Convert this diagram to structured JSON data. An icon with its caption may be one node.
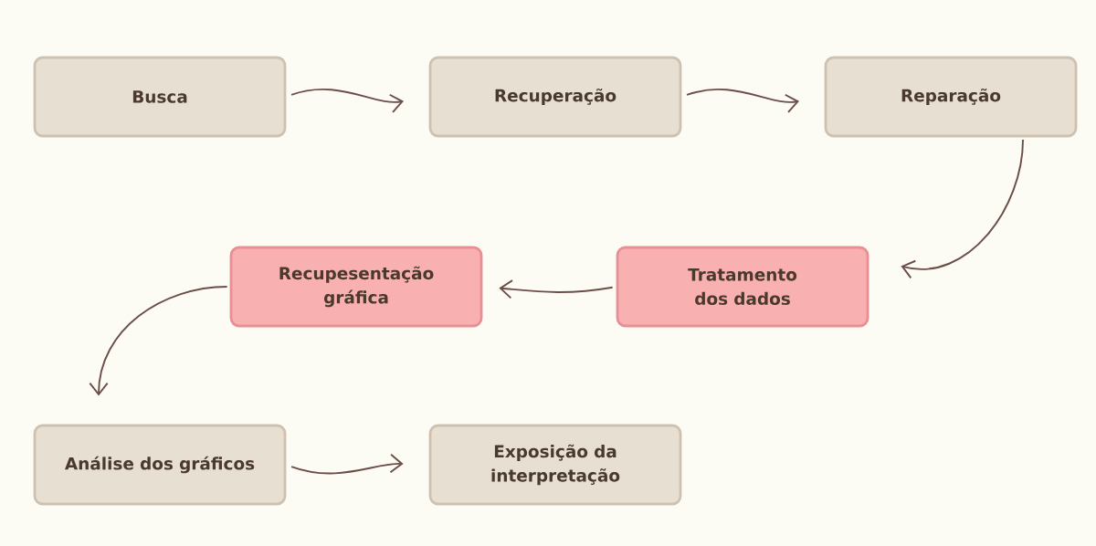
{
  "diagram": {
    "nodes": [
      {
        "text": [
          "Busca"
        ]
      },
      {
        "text": [
          "Recuperação"
        ]
      },
      {
        "text": [
          "Reparação"
        ]
      },
      {
        "text": [
          "Tratamento dos dados"
        ]
      },
      {
        "text": [
          "Recupesentação gráfica"
        ]
      },
      {
        "text": [
          "Análise dos gráficos"
        ]
      },
      {
        "text": [
          "Exposição da interpretação"
        ]
      }
    ],
    "edges": [
      {
        "from": 0,
        "to": 1,
        "arrow": "to"
      },
      {
        "from": 1,
        "to": 2,
        "arrow": "to"
      },
      {
        "from": 2,
        "to": 3,
        "arrow": "to"
      },
      {
        "from": 3,
        "to": 4,
        "arrow": "to"
      },
      {
        "from": 4,
        "to": 5,
        "arrow": "to"
      },
      {
        "from": 5,
        "to": 6,
        "arrow": "to"
      }
    ]
  }
}
